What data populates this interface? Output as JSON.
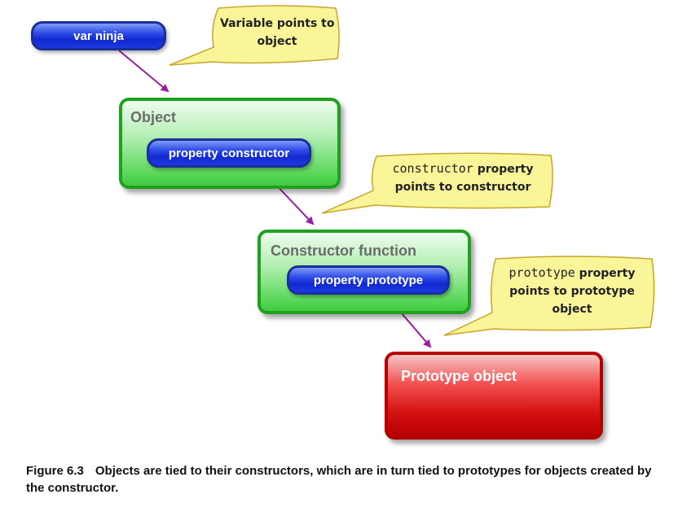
{
  "diagram": {
    "var_pill": {
      "label": "var ninja"
    },
    "object_box": {
      "title": "Object",
      "pill": "property constructor"
    },
    "constructor_box": {
      "title": "Constructor function",
      "pill": "property prototype"
    },
    "prototype_box": {
      "title": "Prototype object"
    },
    "notes": [
      {
        "lines": [
          "Variable points to",
          "object"
        ]
      },
      {
        "lines": [
          "constructor",
          " property",
          "points to constructor"
        ]
      },
      {
        "lines": [
          "prototype",
          " property",
          "points to prototype",
          "object"
        ]
      }
    ]
  },
  "colors": {
    "arrow": "#9a1fa0",
    "note_fill": "#fbf59a",
    "note_stroke": "#c7a52a",
    "green_border": "#20a020",
    "red_border": "#b40000",
    "pill_border": "#1b2f9c"
  },
  "caption": {
    "label": "Figure 6.3",
    "text": "Objects are tied to their constructors, which are in turn tied to prototypes for objects created by the constructor."
  }
}
